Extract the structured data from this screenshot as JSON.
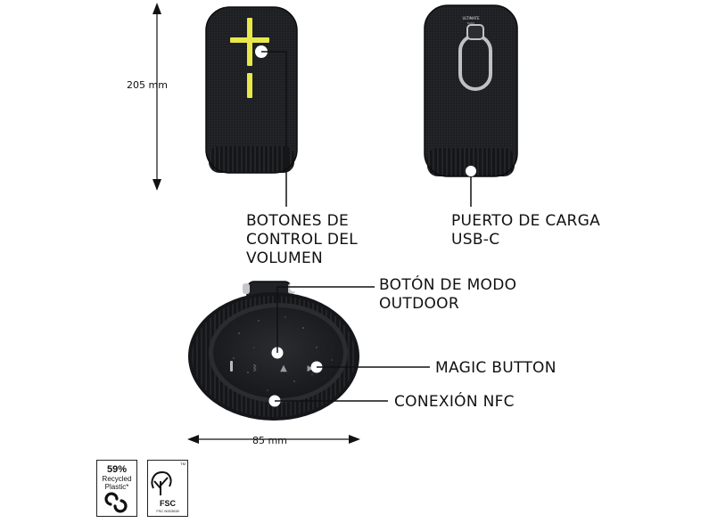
{
  "dimensions": {
    "height": "205 mm",
    "width": "85 mm"
  },
  "callouts": {
    "volume": [
      "BOTONES DE",
      "CONTROL DEL",
      "VOLUMEN"
    ],
    "charging": [
      "PUERTO DE CARGA",
      "USB-C"
    ],
    "outdoor": [
      "BOTÓN DE MODO",
      "OUTDOOR"
    ],
    "magic": [
      "MAGIC BUTTON"
    ],
    "nfc": [
      "CONEXIÓN NFC"
    ]
  },
  "speaker_back_tag": [
    "ULTIMATE",
    "EARS"
  ],
  "badges": {
    "recycled": {
      "percent": "59%",
      "line1": "Recycled",
      "line2": "Plastic*"
    },
    "fsc": {
      "name": "FSC",
      "code": "FSC  N003028",
      "mark": "TM"
    }
  },
  "colors": {
    "speaker_body": "#1d1f22",
    "speaker_dark": "#111214",
    "accent_yellow": "#e8e84a",
    "line": "#111111"
  }
}
